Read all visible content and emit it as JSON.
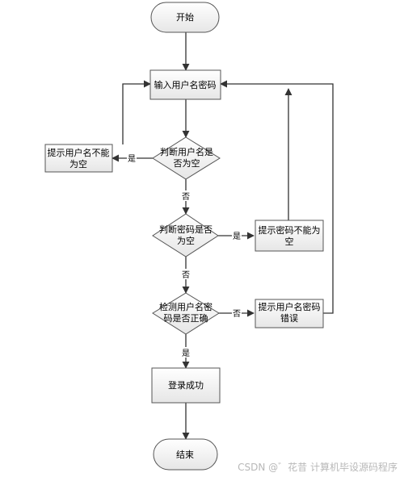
{
  "nodes": {
    "start": "开始",
    "input": "输入用户名密码",
    "check_user_empty": [
      "判断用户名是",
      "否为空"
    ],
    "prompt_user_empty": [
      "提示用户名不能",
      "为空"
    ],
    "check_pwd_empty": [
      "判断密码是否",
      "为空"
    ],
    "prompt_pwd_empty": [
      "提示密码不能为",
      "空"
    ],
    "verify": [
      "检测用户名密",
      "码是否正确"
    ],
    "prompt_error": [
      "提示用户名密码",
      "错误"
    ],
    "success": "登录成功",
    "end": "结束"
  },
  "edge_labels": {
    "user_empty_yes": "是",
    "user_empty_no": "否",
    "pwd_empty_yes": "是",
    "pwd_empty_no": "否",
    "verify_no": "否",
    "verify_yes": "是"
  },
  "watermark": "CSDN @゛花昔  计算机毕设源码程序"
}
